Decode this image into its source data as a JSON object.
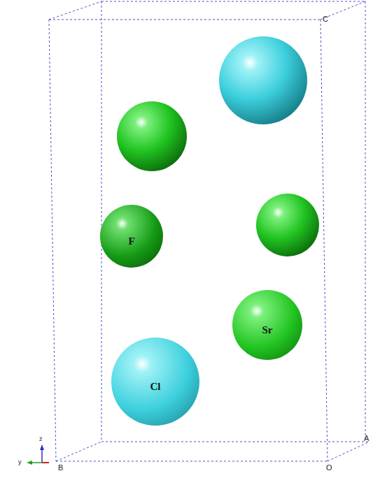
{
  "diagram": {
    "nodes": [
      {
        "text": [
          "F"
        ]
      },
      {
        "text": [
          "Sr"
        ]
      },
      {
        "text": [
          "Cl"
        ]
      }
    ],
    "labels": [
      "C",
      "B",
      "O",
      "A",
      "z",
      "y"
    ]
  }
}
